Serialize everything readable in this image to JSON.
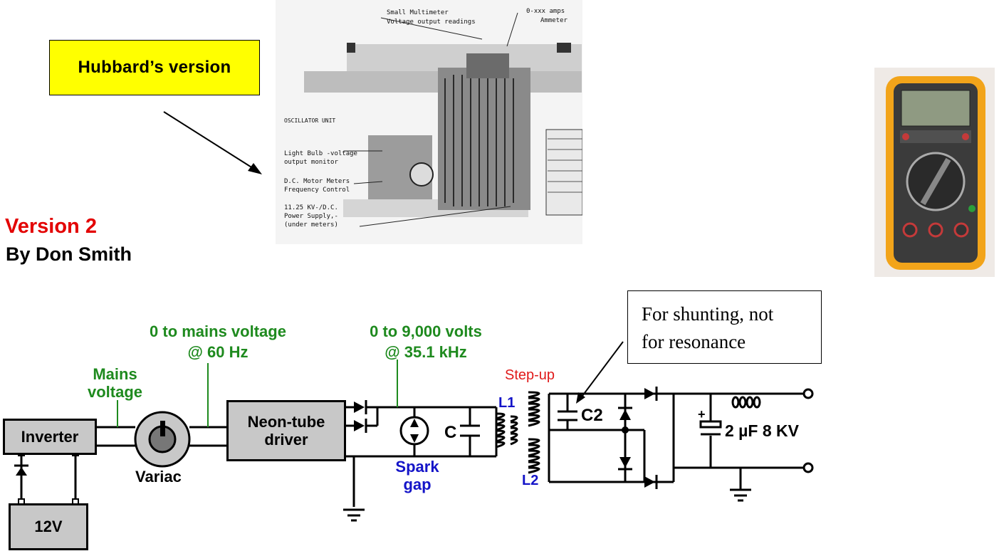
{
  "callout_hubbard": "Hubbard’s version",
  "version_title": "Version 2",
  "byline": "By Don Smith",
  "resonance_note": {
    "line1": "For shunting, not",
    "line2": "for resonance"
  },
  "photo": {
    "labels": {
      "multimeter": "Small Multimeter",
      "voltage_readings": "Voltage output readings",
      "amps": "0-xxx amps",
      "ammeter": "Ammeter",
      "oscillator": "OSCILLATOR UNIT",
      "light_bulb": "Light Bulb -voltage",
      "output_monitor": "output monitor",
      "dc_motor": "D.C. Motor Meters",
      "freq_control": "Frequency Control",
      "supply_1": "11.25 KV-/D.C.",
      "supply_2": "Power Supply,-",
      "supply_3": "(under meters)"
    }
  },
  "circuit": {
    "battery": "12V",
    "inverter": "Inverter",
    "variac": "Variac",
    "driver_line1": "Neon-tube",
    "driver_line2": "driver",
    "mains_line1": "Mains",
    "mains_line2": "voltage",
    "variac_out_line1": "0 to mains voltage",
    "variac_out_line2": "@ 60 Hz",
    "driver_out_line1": "0 to 9,000 volts",
    "driver_out_line2": "@ 35.1 kHz",
    "spark_line1": "Spark",
    "spark_line2": "gap",
    "cap_c": "C",
    "step_up": "Step-up",
    "l1": "L1",
    "l2": "L2",
    "c2": "C2",
    "output_cap": "2 µF 8 KV",
    "coil_marks": "0000"
  },
  "colors": {
    "green_text": "#1e8a1e",
    "blue_text": "#1414c8",
    "red_text": "#e01a1a",
    "box_fill": "#c8c8c8",
    "callout_fill": "#ffff00"
  }
}
